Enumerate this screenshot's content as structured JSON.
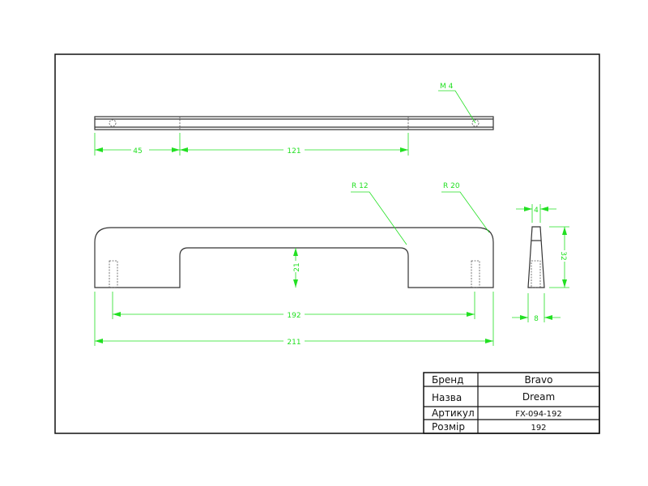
{
  "drawing": {
    "top_view": {
      "hole_label": "M 4",
      "dims": [
        "45",
        "121"
      ]
    },
    "front_view": {
      "radius_labels": [
        "R 12",
        "R 20"
      ],
      "dims": {
        "height_inner": "21",
        "hole_spacing": "192",
        "overall_length": "211"
      }
    },
    "side_view": {
      "dims": {
        "top_width": "4",
        "height": "32",
        "bottom_width": "8"
      }
    },
    "colors": {
      "dimension": "#22e022",
      "outline": "#333333"
    }
  },
  "title_block": {
    "rows": [
      {
        "label": "Бренд",
        "value": "Bravo"
      },
      {
        "label": "Назва",
        "value": "Dream"
      },
      {
        "label": "Артикул",
        "value": "FX-094-192"
      },
      {
        "label": "Розмір",
        "value": "192"
      }
    ]
  }
}
